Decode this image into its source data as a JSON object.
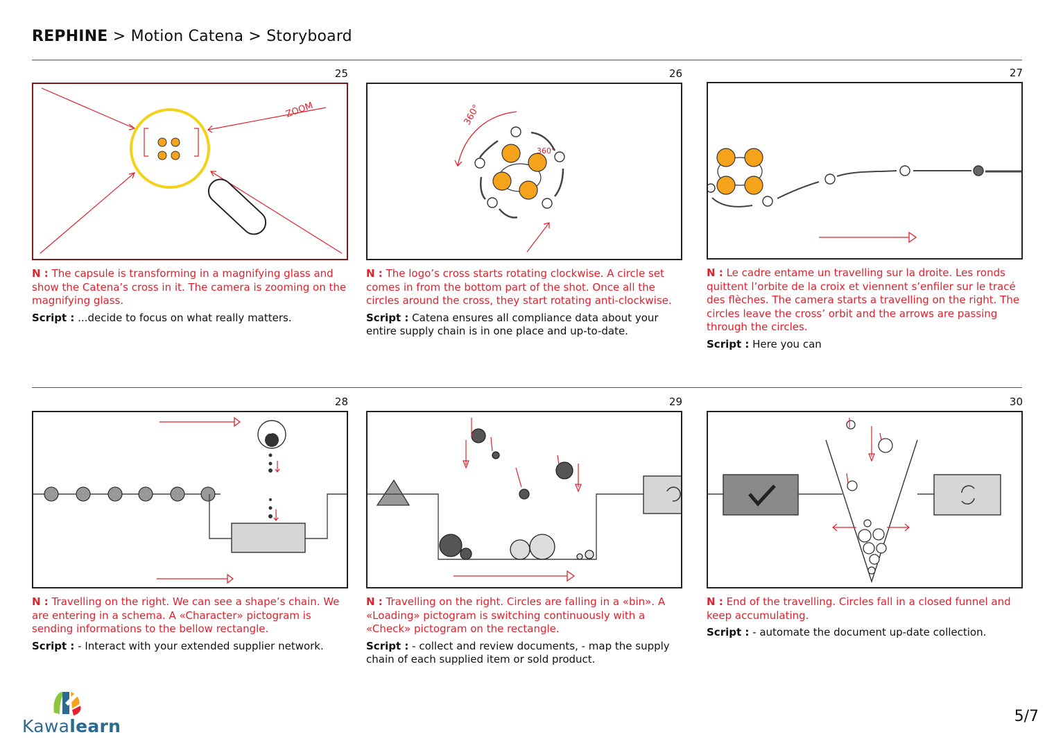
{
  "header": {
    "brand": "REPHINE",
    "sep1": " > ",
    "crumb1": "Motion Catena",
    "sep2": " > ",
    "crumb2": "Storyboard"
  },
  "note_label": "N :",
  "script_label": "Script :",
  "panels": [
    {
      "number": "25",
      "annotation": "ZOOM",
      "note": "The capsule is transforming in a magnifying glass and show the Catena’s  cross in it. The camera is zooming on the magnifying glass.",
      "script": "...decide to focus on what really matters."
    },
    {
      "number": "26",
      "annotation": "360°",
      "annotation2": "360°",
      "note": "The logo’s cross starts rotating clockwise. A circle set comes in from the bottom part of the shot. Once all the circles around the cross, they start rotating anti-clockwise.",
      "script": "Catena ensures all compliance data about your entire supply chain is in one place and up-to-date."
    },
    {
      "number": "27",
      "note": "Le cadre entame un travelling sur la droite. Les ronds quittent l’orbite de la croix et viennent s’enfiler sur le tracé des flèches. The camera starts a travelling on the right. The circles leave the cross’ orbit and the arrows are passing through the circles.",
      "script": "Here you can"
    },
    {
      "number": "28",
      "note": "Travelling on the right. We can see a shape’s chain. We are entering in a schema. A «Character» pictogram is sending informations to the bellow rectangle.",
      "script": "- Interact with your extended supplier network."
    },
    {
      "number": "29",
      "note": "Travelling on the right. Circles are falling in a «bin». A «Loading» pictogram is switching continuously with a «Check» pictogram on the rectangle.",
      "script": "- collect and review documents, - map the supply chain of each supplied item or sold product."
    },
    {
      "number": "30",
      "note": "End of the travelling. Circles fall in a closed funnel and keep accumulating.",
      "script": "- automate the document up-date collection."
    }
  ],
  "footer": {
    "logo_text_1": "Kawa",
    "logo_text_2": "learn",
    "page": "5/7"
  },
  "colors": {
    "accent_red": "#e3202b",
    "yellow_circle": "#f2d21b",
    "orange_dot": "#f5a31a",
    "logo_blue": "#2d6a8d"
  }
}
